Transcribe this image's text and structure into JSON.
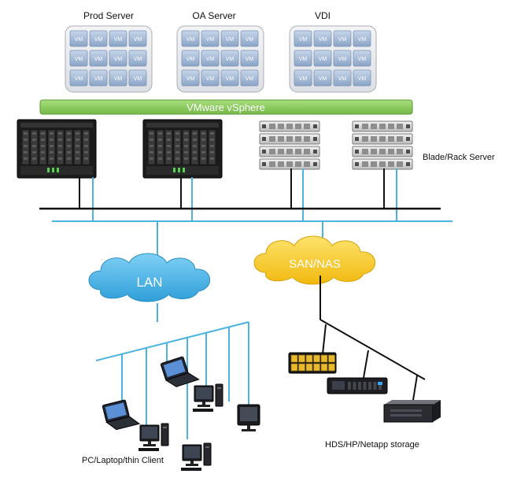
{
  "clusters": [
    {
      "name": "Prod Server"
    },
    {
      "name": "OA Server"
    },
    {
      "name": "VDI"
    }
  ],
  "vm_label": "VM",
  "vsphere_label": "VMware vSphere",
  "server_label": "Blade/Rack Server",
  "lan_label": "LAN",
  "san_label": "SAN/NAS",
  "client_label": "PC/Laptop/thin Client",
  "storage_label": "HDS/HP/Netapp storage",
  "colors": {
    "vsphere_bar": "#8ccf5a",
    "lan_cloud": "#4ab5e8",
    "san_cloud": "#f7cf2d",
    "network_line": "#4bb3e0",
    "storage_line": "#111111"
  }
}
